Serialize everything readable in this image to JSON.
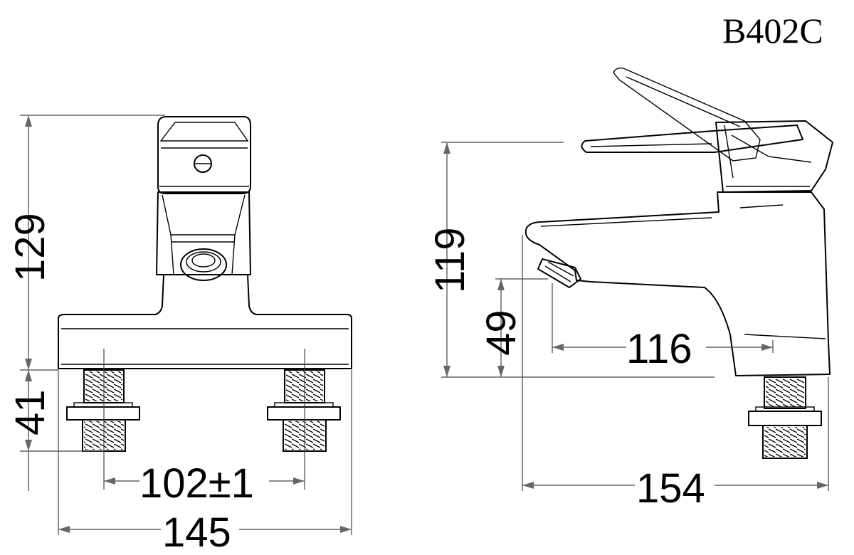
{
  "model_code": "B402C",
  "front_view": {
    "height_label": "129",
    "shank_label": "41",
    "center_distance_label": "102±1",
    "width_label": "145"
  },
  "side_view": {
    "height_label": "119",
    "spout_height_label": "49",
    "spout_reach_label": "116",
    "depth_label": "154"
  }
}
